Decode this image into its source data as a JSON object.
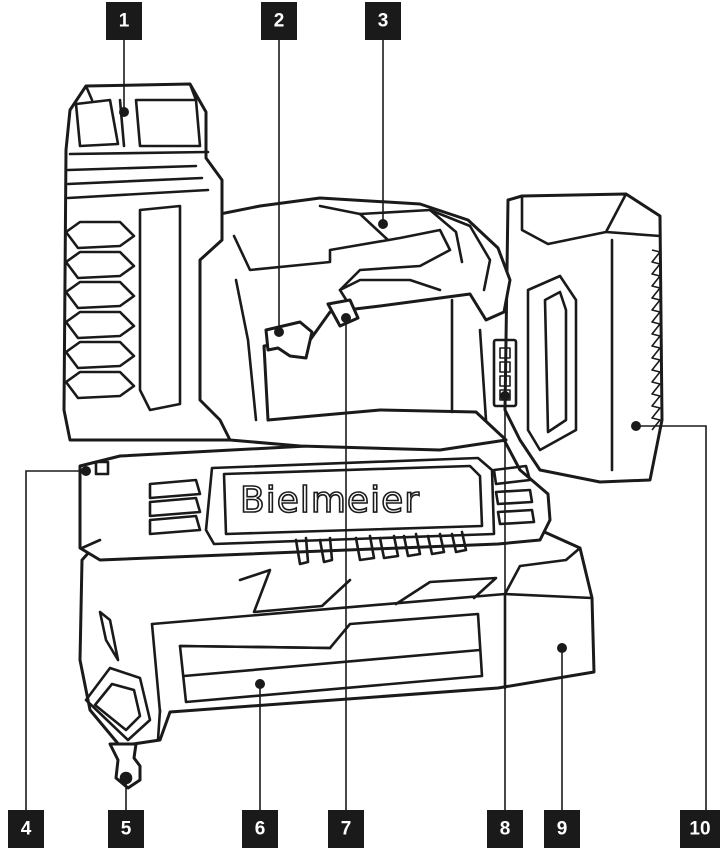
{
  "brand": {
    "logo_text": "Bielmeier"
  },
  "callouts": [
    {
      "label": "1"
    },
    {
      "label": "2"
    },
    {
      "label": "3"
    },
    {
      "label": "4"
    },
    {
      "label": "5"
    },
    {
      "label": "6"
    },
    {
      "label": "7"
    },
    {
      "label": "8"
    },
    {
      "label": "9"
    },
    {
      "label": "10"
    }
  ],
  "colors": {
    "ink": "#1a1a1a",
    "paper": "#ffffff"
  }
}
